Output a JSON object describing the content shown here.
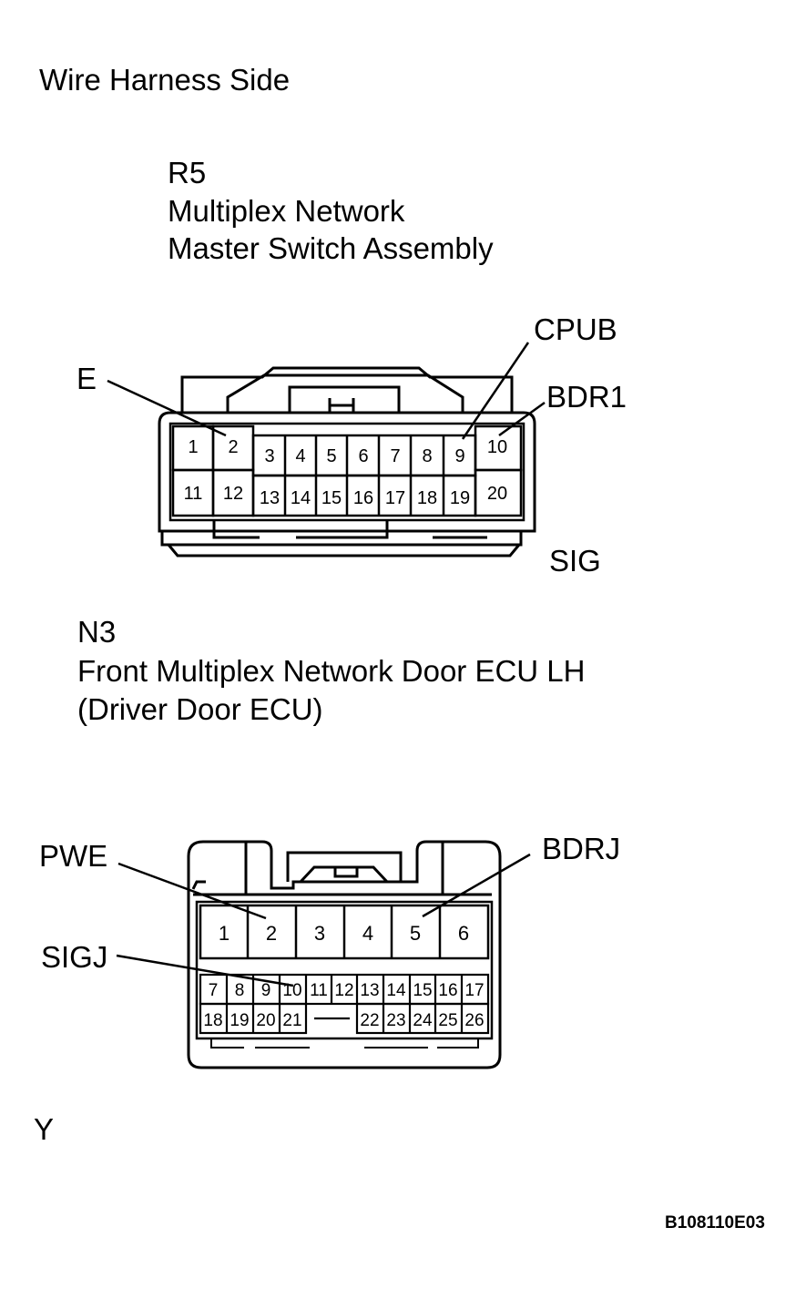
{
  "header": {
    "title": "Wire Harness Side"
  },
  "connector_r5": {
    "code": "R5",
    "name_line1": "Multiplex Network",
    "name_line2": "Master Switch Assembly",
    "labels": {
      "e": "E",
      "cpub": "CPUB",
      "bdr1": "BDR1",
      "sig": "SIG"
    },
    "pins": [
      "1",
      "2",
      "3",
      "4",
      "5",
      "6",
      "7",
      "8",
      "9",
      "10",
      "11",
      "12",
      "13",
      "14",
      "15",
      "16",
      "17",
      "18",
      "19",
      "20"
    ]
  },
  "connector_n3": {
    "code": "N3",
    "name_line1": "Front Multiplex Network Door ECU LH",
    "name_line2": "(Driver Door ECU)",
    "labels": {
      "pwe": "PWE",
      "bdrj": "BDRJ",
      "sigj": "SIGJ"
    },
    "pins": [
      "1",
      "2",
      "3",
      "4",
      "5",
      "6",
      "7",
      "8",
      "9",
      "10",
      "11",
      "12",
      "13",
      "14",
      "15",
      "16",
      "17",
      "18",
      "19",
      "20",
      "21",
      "22",
      "23",
      "24",
      "25",
      "26"
    ]
  },
  "footer": {
    "mark": "Y",
    "figure_code": "B108110E03"
  }
}
